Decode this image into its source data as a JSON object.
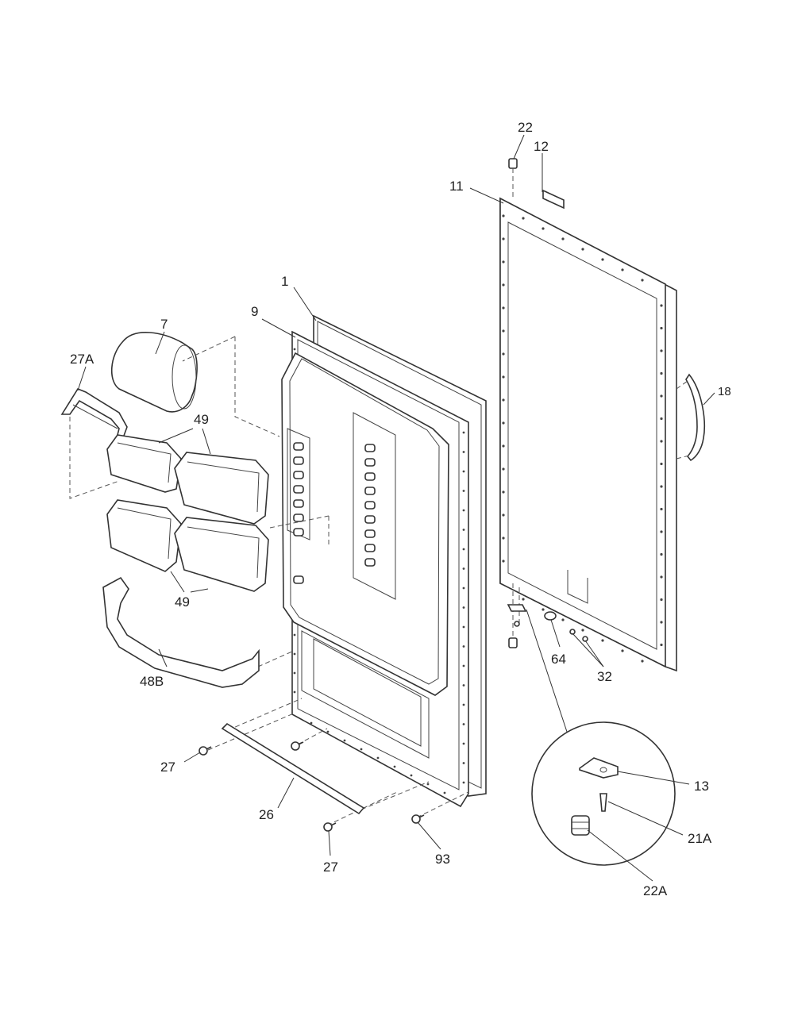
{
  "callouts": {
    "c1": "1",
    "c7": "7",
    "c9": "9",
    "c11": "11",
    "c12": "12",
    "c13": "13",
    "c18": "18",
    "c21A": "21A",
    "c22": "22",
    "c22A": "22A",
    "c26": "26",
    "c27_left": "27",
    "c27_bottom": "27",
    "c27A": "27A",
    "c32": "32",
    "c48B": "48B",
    "c49_top": "49",
    "c49_bottom": "49",
    "c64": "64",
    "c93": "93"
  }
}
